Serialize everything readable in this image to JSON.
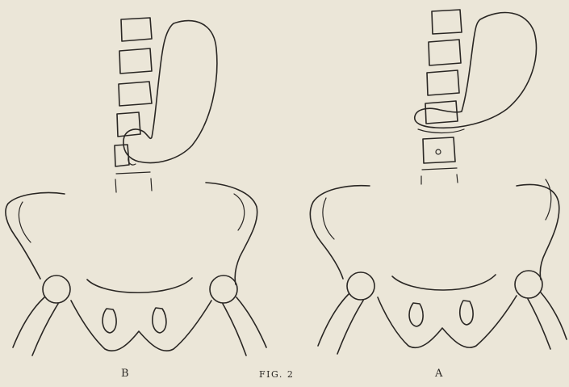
{
  "figure": {
    "caption": "FIG. 2",
    "left_panel_label": "B",
    "right_panel_label": "A"
  },
  "colors": {
    "paper": "#ebe6d8",
    "ink": "#2a2724"
  }
}
